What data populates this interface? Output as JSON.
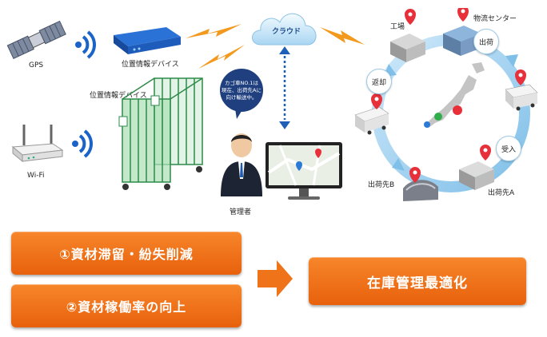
{
  "labels": {
    "gps": "GPS",
    "device_top": "位置情報デバイス",
    "device_mid": "位置情報デバイス",
    "wifi": "Wi-Fi",
    "cloud": "クラウド",
    "bubble": [
      "カゴ車NO.1は",
      "現在、出荷先Aに",
      "向け輸送中。"
    ],
    "manager": "管理者",
    "factory": "工場",
    "logistics_center": "物流センター",
    "shipping": "出荷",
    "return": "返却",
    "receiving": "受入",
    "dest_a": "出荷先A",
    "dest_b": "出荷先B"
  },
  "boxes": {
    "benefit1": "①資材滞留・紛失削減",
    "benefit2": "②資材稼働率の向上",
    "result": "在庫管理最適化"
  },
  "colors": {
    "orange": "#ef7318",
    "navy": "#1f3f7f",
    "cycle_blue": "#8fc8ec",
    "pin_red": "#e8303a"
  }
}
